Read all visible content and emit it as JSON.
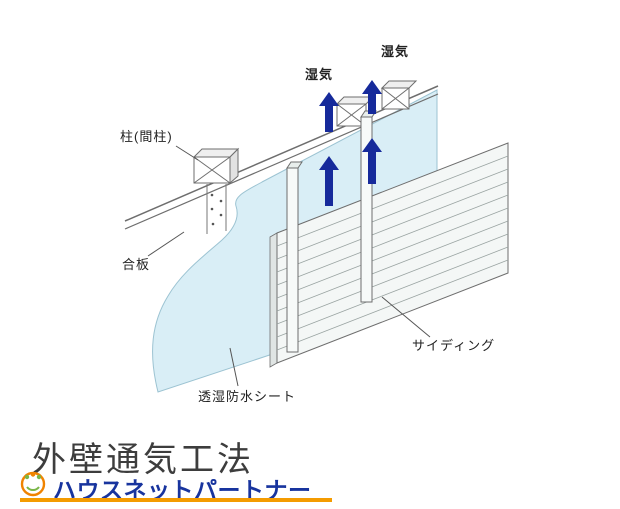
{
  "diagram": {
    "labels": {
      "moisture_left": "湿気",
      "moisture_right": "湿気",
      "pillar": "柱(間柱)",
      "plywood": "合板",
      "breathable_sheet": "透湿防水シート",
      "siding": "サイディング"
    },
    "colors": {
      "moisture_text": "#1746c0",
      "arrow": "#162a9b",
      "sheet_fill": "#d9eef6",
      "outline": "#6e6e6e"
    }
  },
  "footer": {
    "title": "外壁通気工法",
    "brand": "ハウスネットパートナー",
    "brand_color": "#18349e",
    "accent_color": "#f49b00"
  }
}
